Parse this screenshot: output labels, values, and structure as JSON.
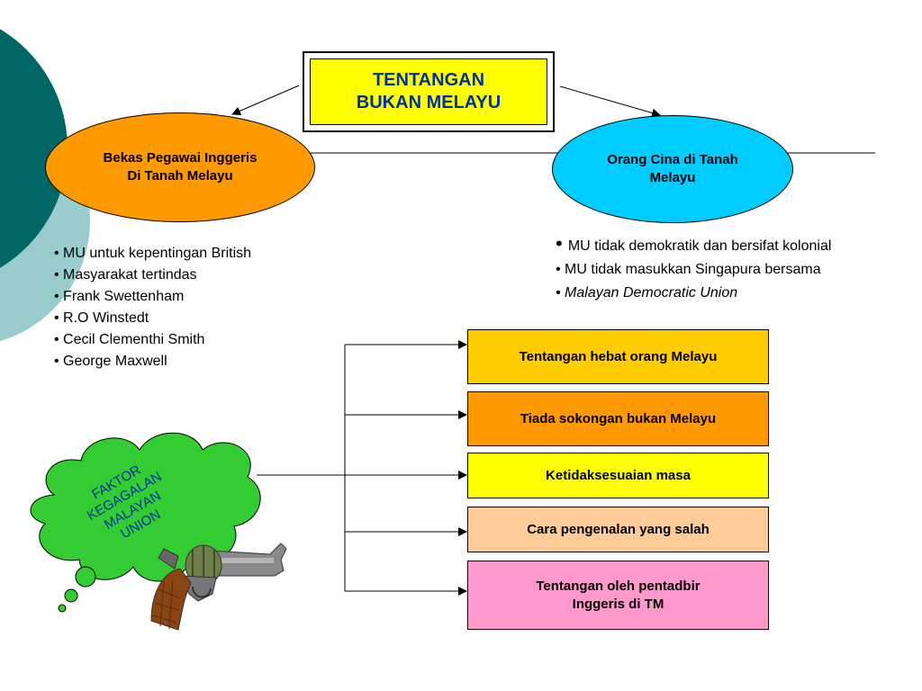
{
  "title": {
    "line1": "TENTANGAN",
    "line2": "BUKAN MELAYU"
  },
  "left_group": {
    "label_line1": "Bekas Pegawai Inggeris",
    "label_line2": "Di Tanah Melayu",
    "color": "#ff9900",
    "items": [
      "MU untuk kepentingan British",
      "Masyarakat tertindas",
      "Frank Swettenham",
      "R.O Winstedt",
      "Cecil Clementhi Smith",
      "George Maxwell"
    ]
  },
  "right_group": {
    "label_line1": "Orang Cina di Tanah",
    "label_line2": "Melayu",
    "color": "#00ccff",
    "items": [
      "MU tidak demokratik dan bersifat kolonial",
      "MU tidak masukkan Singapura bersama",
      "Malayan Democratic Union"
    ]
  },
  "cloud": {
    "lines": [
      "FAKTOR",
      "KEGAGALAN",
      "MALAYAN",
      "UNION"
    ],
    "color": "#33cc33"
  },
  "factors": [
    {
      "label": "Tentangan hebat orang Melayu",
      "color": "#ffcc00"
    },
    {
      "label": "Tiada sokongan bukan Melayu",
      "color": "#ff9900"
    },
    {
      "label": "Ketidaksesuaian masa",
      "color": "#ffff00"
    },
    {
      "label": "Cara pengenalan yang salah",
      "color": "#ffcc99"
    },
    {
      "label_line1": "Tentangan oleh pentadbir",
      "label_line2": "Inggeris di TM",
      "color": "#ff99cc"
    }
  ],
  "decor": {
    "circle_dark": "#006666",
    "circle_light": "#99cccc"
  }
}
